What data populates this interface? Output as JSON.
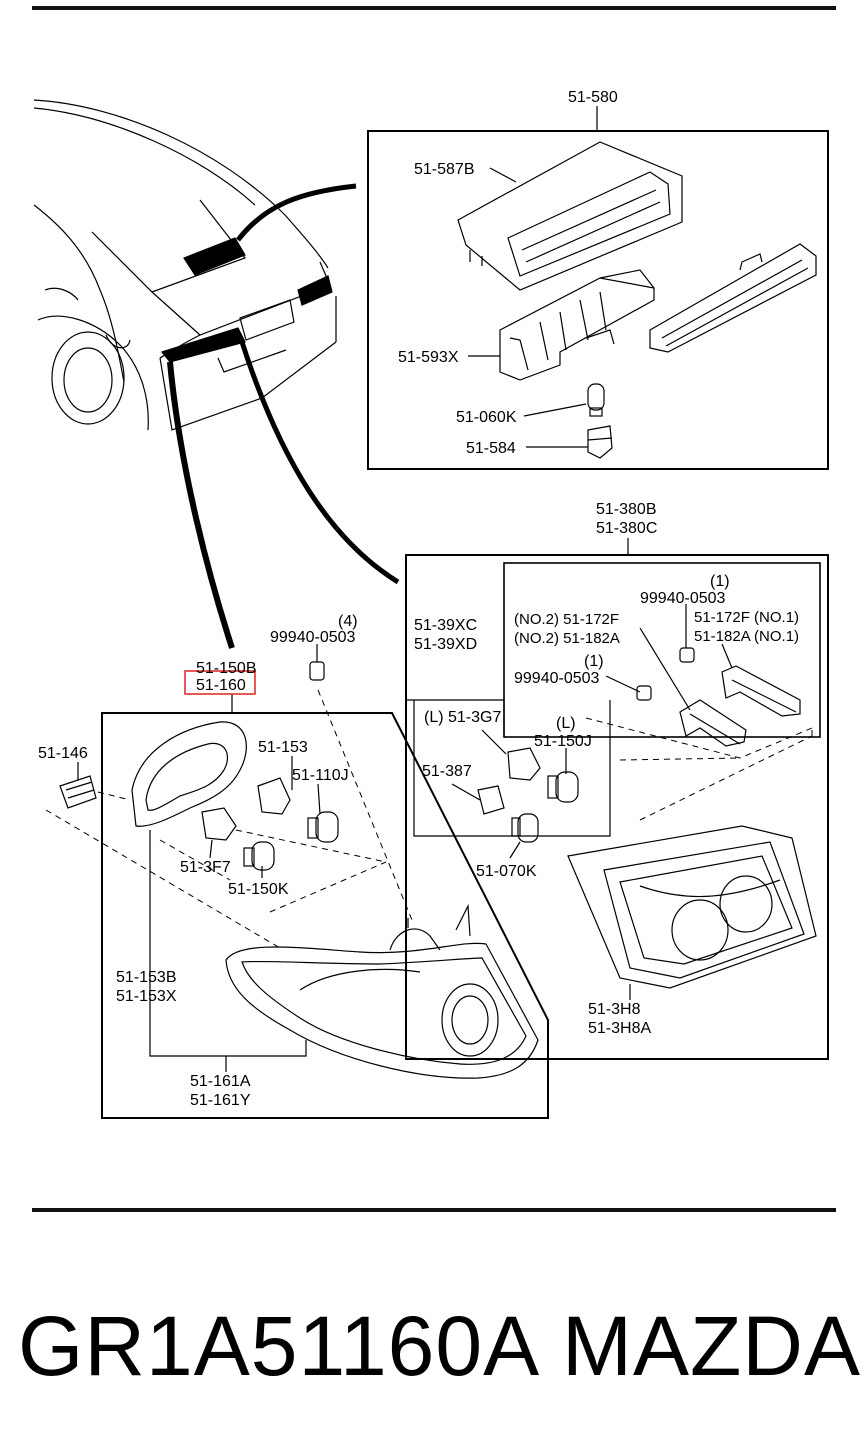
{
  "labels": {
    "l_51_580": "51-580",
    "l_51_587B": "51-587B",
    "l_51_593X": "51-593X",
    "l_51_060K": "51-060K",
    "l_51_584": "51-584",
    "l_51_380B": "51-380B",
    "l_51_380C": "51-380C",
    "l_51_39XC": "51-39XC",
    "l_51_39XD": "51-39XD",
    "l_no2_a": "(NO.2) 51-172F",
    "l_no2_b": "(NO.2) 51-182A",
    "l_qty1_a": "(1)",
    "l_99940_a": "99940-0503",
    "l_51_172F_no1": "51-172F (NO.1)",
    "l_51_182A_no1": "51-182A (NO.1)",
    "l_qty1_b": "(1)",
    "l_99940_b": "99940-0503",
    "l_51_3G7": "(L) 51-3G7",
    "l_L": "(L)",
    "l_51_150J": "51-150J",
    "l_51_387": "51-387",
    "l_51_070K": "51-070K",
    "l_51_3H8": "51-3H8",
    "l_51_3H8A": "51-3H8A",
    "l_qty4": "(4)",
    "l_99940_c": "99940-0503",
    "l_51_150B": "51-150B",
    "l_51_160": "51-160",
    "l_51_146": "51-146",
    "l_51_153": "51-153",
    "l_51_110J": "51-110J",
    "l_51_3F7": "51-3F7",
    "l_51_150K": "51-150K",
    "l_51_153B": "51-153B",
    "l_51_153X": "51-153X",
    "l_51_161A": "51-161A",
    "l_51_161Y": "51-161Y"
  },
  "highlight_color": "#e0302a",
  "footer": {
    "part_number": "GR1A51160A",
    "brand": "MAZDA"
  }
}
